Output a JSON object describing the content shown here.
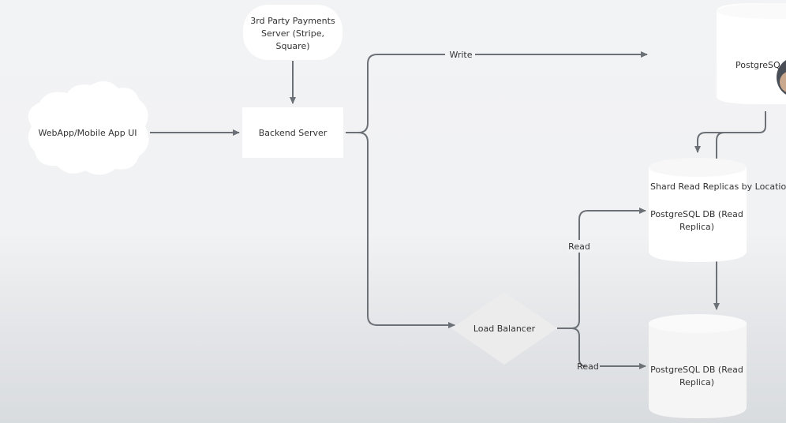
{
  "nodes": {
    "webapp": "WebApp/Mobile App UI",
    "payments_line1": "3rd Party Payments",
    "payments_line2": "Server (Stripe,",
    "payments_line3": "Square)",
    "backend": "Backend Server",
    "primary_db": "PostgreSQ",
    "shard_label": "Shard Read Replicas by Location",
    "replica1_line1": "PostgreSQL DB (Read",
    "replica1_line2": "Replica)",
    "replica2_line1": "PostgreSQL DB (Read",
    "replica2_line2": "Replica)",
    "load_balancer": "Load Balancer"
  },
  "edges": {
    "write": "Write",
    "read_top": "Read",
    "read_bottom": "Read"
  },
  "colors": {
    "line": "#6c7177",
    "node_fill": "#ffffff",
    "db_side": "#f7f7f7"
  }
}
